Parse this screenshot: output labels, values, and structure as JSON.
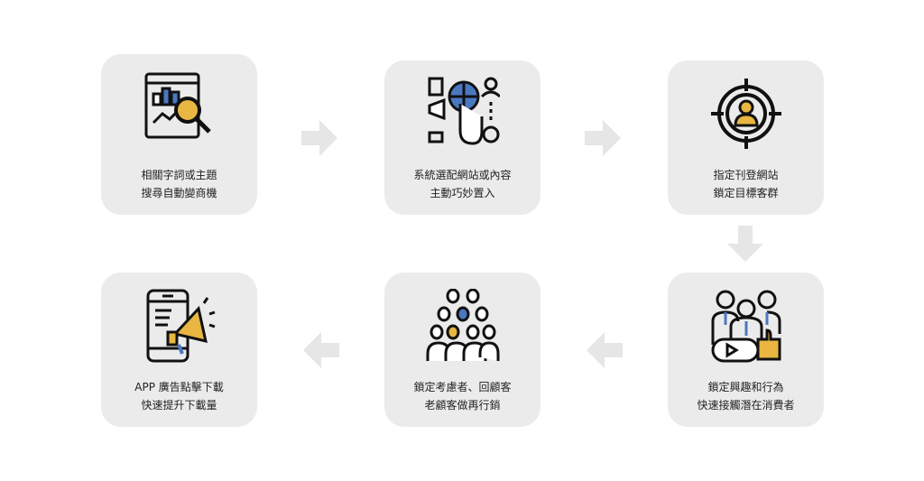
{
  "steps": [
    {
      "line1": "相關字詞或主題",
      "line2": "搜尋自動變商機",
      "icon": "analytics-search-icon"
    },
    {
      "line1": "系統選配網站或內容",
      "line2": "主動巧妙置入",
      "icon": "web-placement-icon"
    },
    {
      "line1": "指定刊登網站",
      "line2": "鎖定目標客群",
      "icon": "target-user-icon"
    },
    {
      "line1": "鎖定興趣和行為",
      "line2": "快速接觸潛在消費者",
      "icon": "audience-like-icon"
    },
    {
      "line1": "鎖定考慮者、回顧客",
      "line2": "老顧客做再行銷",
      "icon": "crowd-icon"
    },
    {
      "line1": "APP 廣告點擊下載",
      "line2": "快速提升下載量",
      "icon": "app-megaphone-icon"
    }
  ],
  "colors": {
    "card": "#ebebeb",
    "arrow": "#e6e6e6",
    "blue": "#4a78c0",
    "yellow": "#e8b641",
    "stroke": "#111111"
  }
}
